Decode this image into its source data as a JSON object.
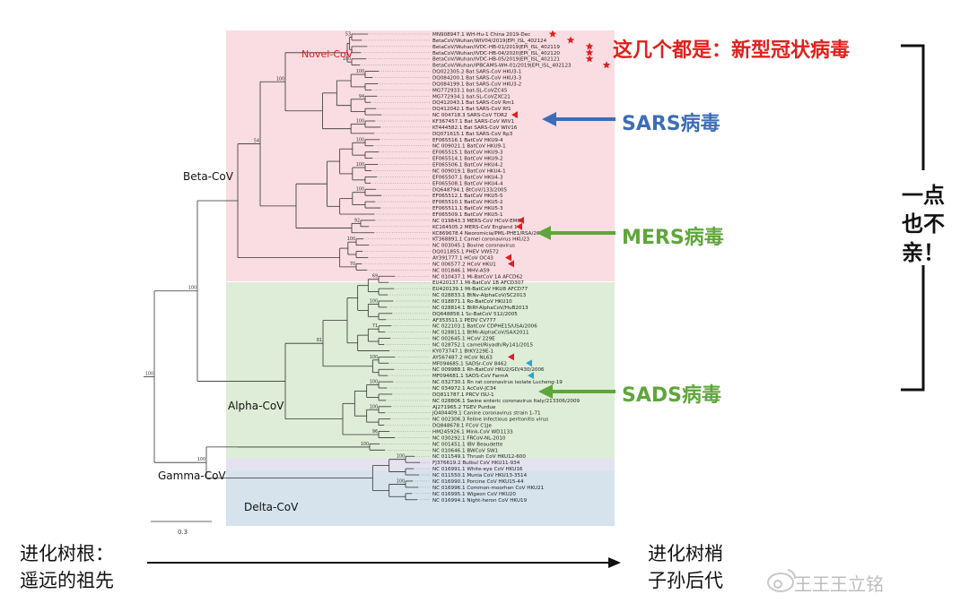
{
  "groups": {
    "beta": "Beta-CoV",
    "novel": "Novel-CoV",
    "alpha": "Alpha-CoV",
    "gamma": "Gamma-CoV",
    "delta": "Delta-CoV"
  },
  "annotations": {
    "novel": "这几个都是：新型冠状病毒",
    "sars": "SARS病毒",
    "mers": "MERS病毒",
    "sads": "SADS病毒",
    "side_lines": [
      "一点",
      "也不",
      "亲！"
    ]
  },
  "bottom": {
    "root_lines": [
      "进化树根：",
      "遥远的祖先"
    ],
    "tips_lines": [
      "进化树梢",
      "子孙后代"
    ]
  },
  "scale_label": "0.3",
  "bootstrap": [
    "53",
    "100",
    "100",
    "94",
    "100",
    "100",
    "100",
    "100",
    "92",
    "100",
    "70",
    "100",
    "54",
    "69",
    "100",
    "71",
    "100",
    "100",
    "100",
    "96",
    "81",
    "100",
    "100",
    "100",
    "100",
    "100",
    "100",
    "100",
    "100",
    "100",
    "100",
    "100",
    "100",
    "100"
  ],
  "watermark": "王王王立铭",
  "colors": {
    "red": "#e0201c",
    "blue": "#3d6db8",
    "green": "#5fa63a",
    "beta_bg": "#f9dde3",
    "alpha_bg": "#deedd7",
    "gamma_bg": "#e5e2f0",
    "delta_bg": "#d6e3ec"
  },
  "leaves": [
    "MN908947.1 WH-Hu-1 China 2019-Dec",
    "BetaCoV/Wuhan/WIV04/2019|EPI_ISL_402124",
    "BetaCoV/Wuhan/IVDC-HB-01/2019|EPI_ISL_402119",
    "BetaCoV/Wuhan/IVDC-HB-04/2020|EPI_ISL_402120",
    "BetaCoV/Wuhan/IVDC-HB-05/2019|EPI_ISL_402121",
    "BetaCoV/Wuhan/IPBCAMS-WH-01/2019|EPI_ISL_402123",
    "DQ022305.2 Bat SARS-CoV HKU3-1",
    "DQ084200.1 Bat SARS-CoV HKU3-3",
    "DQ084199.1 Bat SARS-CoV HKU3-2",
    "MG772933.1 bat-SL-CoVZC45",
    "MG772934.1 bat-SL-CoVZXC21",
    "DQ412043.1 Bat SARS-CoV Rm1",
    "DQ412042.1 Bat SARS-CoV Rf1",
    "NC 004718.3 SARS-CoV TOR2",
    "KF367457.1 Bat SARS-CoV WIV1",
    "KT444582.1 Bat SARS-CoV WIV16",
    "DQ071615.1 Bat SARS-CoV Rp3",
    "EF065516.1 BatCoV HKU9-4",
    "NC 009021.1 BatCoV HKU9-1",
    "EF065515.1 BatCoV HKU9-3",
    "EF065514.1 BatCoV HKU9-2",
    "EF065506.1 BatCoV HKU4-2",
    "NC 009019.1 BatCoV HKU4-1",
    "EF065507.1 BatCoV HKU4-3",
    "EF065508.1 BatCoV HKU4-4",
    "DQ648794.1 BtCoV/133/2005",
    "EF065512.1 BatCoV HKU5-5",
    "EF065510.1 BatCoV HKU5-2",
    "EF065511.1 BatCoV HKU5-3",
    "EF065509.1 BatCoV HKU5-1",
    "NC 019843.3 MERS-CoV HCoV-EMC",
    "KC164505.2 MERS-CoV England 1",
    "KC869678.4 Neoromicia/PML-PHE1/RSA/2011",
    "KT368891.1 Camel coronavirus HKU23",
    "NC 003045.1 Bovine coronavirus",
    "DQ011855.1 PHEV VW572",
    "AY391777.1 HCoV OC43",
    "NC 006577.2 HCoV HKU1",
    "NC 001846.1 MHV-A59",
    "NC 010437.1 Mi-BatCoV 1A AFCD62",
    "EU420137.1 Mi-BatCoV 1B AFCD307",
    "EU420139.1 Mi-BatCoV HKU8 AFCD77",
    "NC 028833.1 BtNv-AlphaCoV/SC2013",
    "NC 018871.1 Ro-BatCoV HKU10",
    "NC 028814.1 BtRf-AlphaCoV/HuB2013",
    "DQ648858.1 Sc-BatCoV 512/2005",
    "AF353511.1 PEDV CV777",
    "NC 022103.1 BatCoV CDPHE15/USA/2006",
    "NC 028811.1 BtMr-AlphaCoV/SAX2011",
    "NC 002645.1 HCoV 229E",
    "NC 028752.1 camel/Riyadh/Ry141/2015",
    "KY073747.1 BtKY229E-1",
    "AY567487.2 HCoV NL63",
    "MF094685.1 SADSr-CoV 8462",
    "NC 009988.1 Rh-BatCoV HKU2/GD/430/2006",
    "MF094681.1 SADS-CoV FarmA",
    "NC 032730.1 Rn rat coronavirus isolate Lucheng-19",
    "NC 034972.1 AcCoV-JC34",
    "DQ811787.1 PRCV ISU-1",
    "NC 028806.1 Swine enteric coronavirus Italy/213306/2009",
    "AJ271965.2 TGEV Purdue",
    "JQ404409.1 Canine coronavirus strain 1-71",
    "NC 002306.3 Feline infectious peritonitis virus",
    "DQ848678.1 FCoV C1Je",
    "HM245926.1 Mink-CoV WD1133",
    "NC 030292.1 FRCoV-NL-2010",
    "NC 001451.1 IBV Beaudette",
    "NC 010646.1 BWCoV SW1",
    "NC 011549.1 Thrush CoV HKU12-600",
    "FJ376619.2 Bulbul CoV HKU11-934",
    "NC 016991.1 White-eye CoV HKU16",
    "NC 011550.1 Munia CoV HKU13-3514",
    "NC 016990.1 Porcine CoV HKU15-44",
    "NC 016996.1 Common-moorhen CoV HKU21",
    "NC 016995.1 Wigeon CoV HKU20",
    "NC 016994.1 Night-heron CoV HKU19"
  ]
}
